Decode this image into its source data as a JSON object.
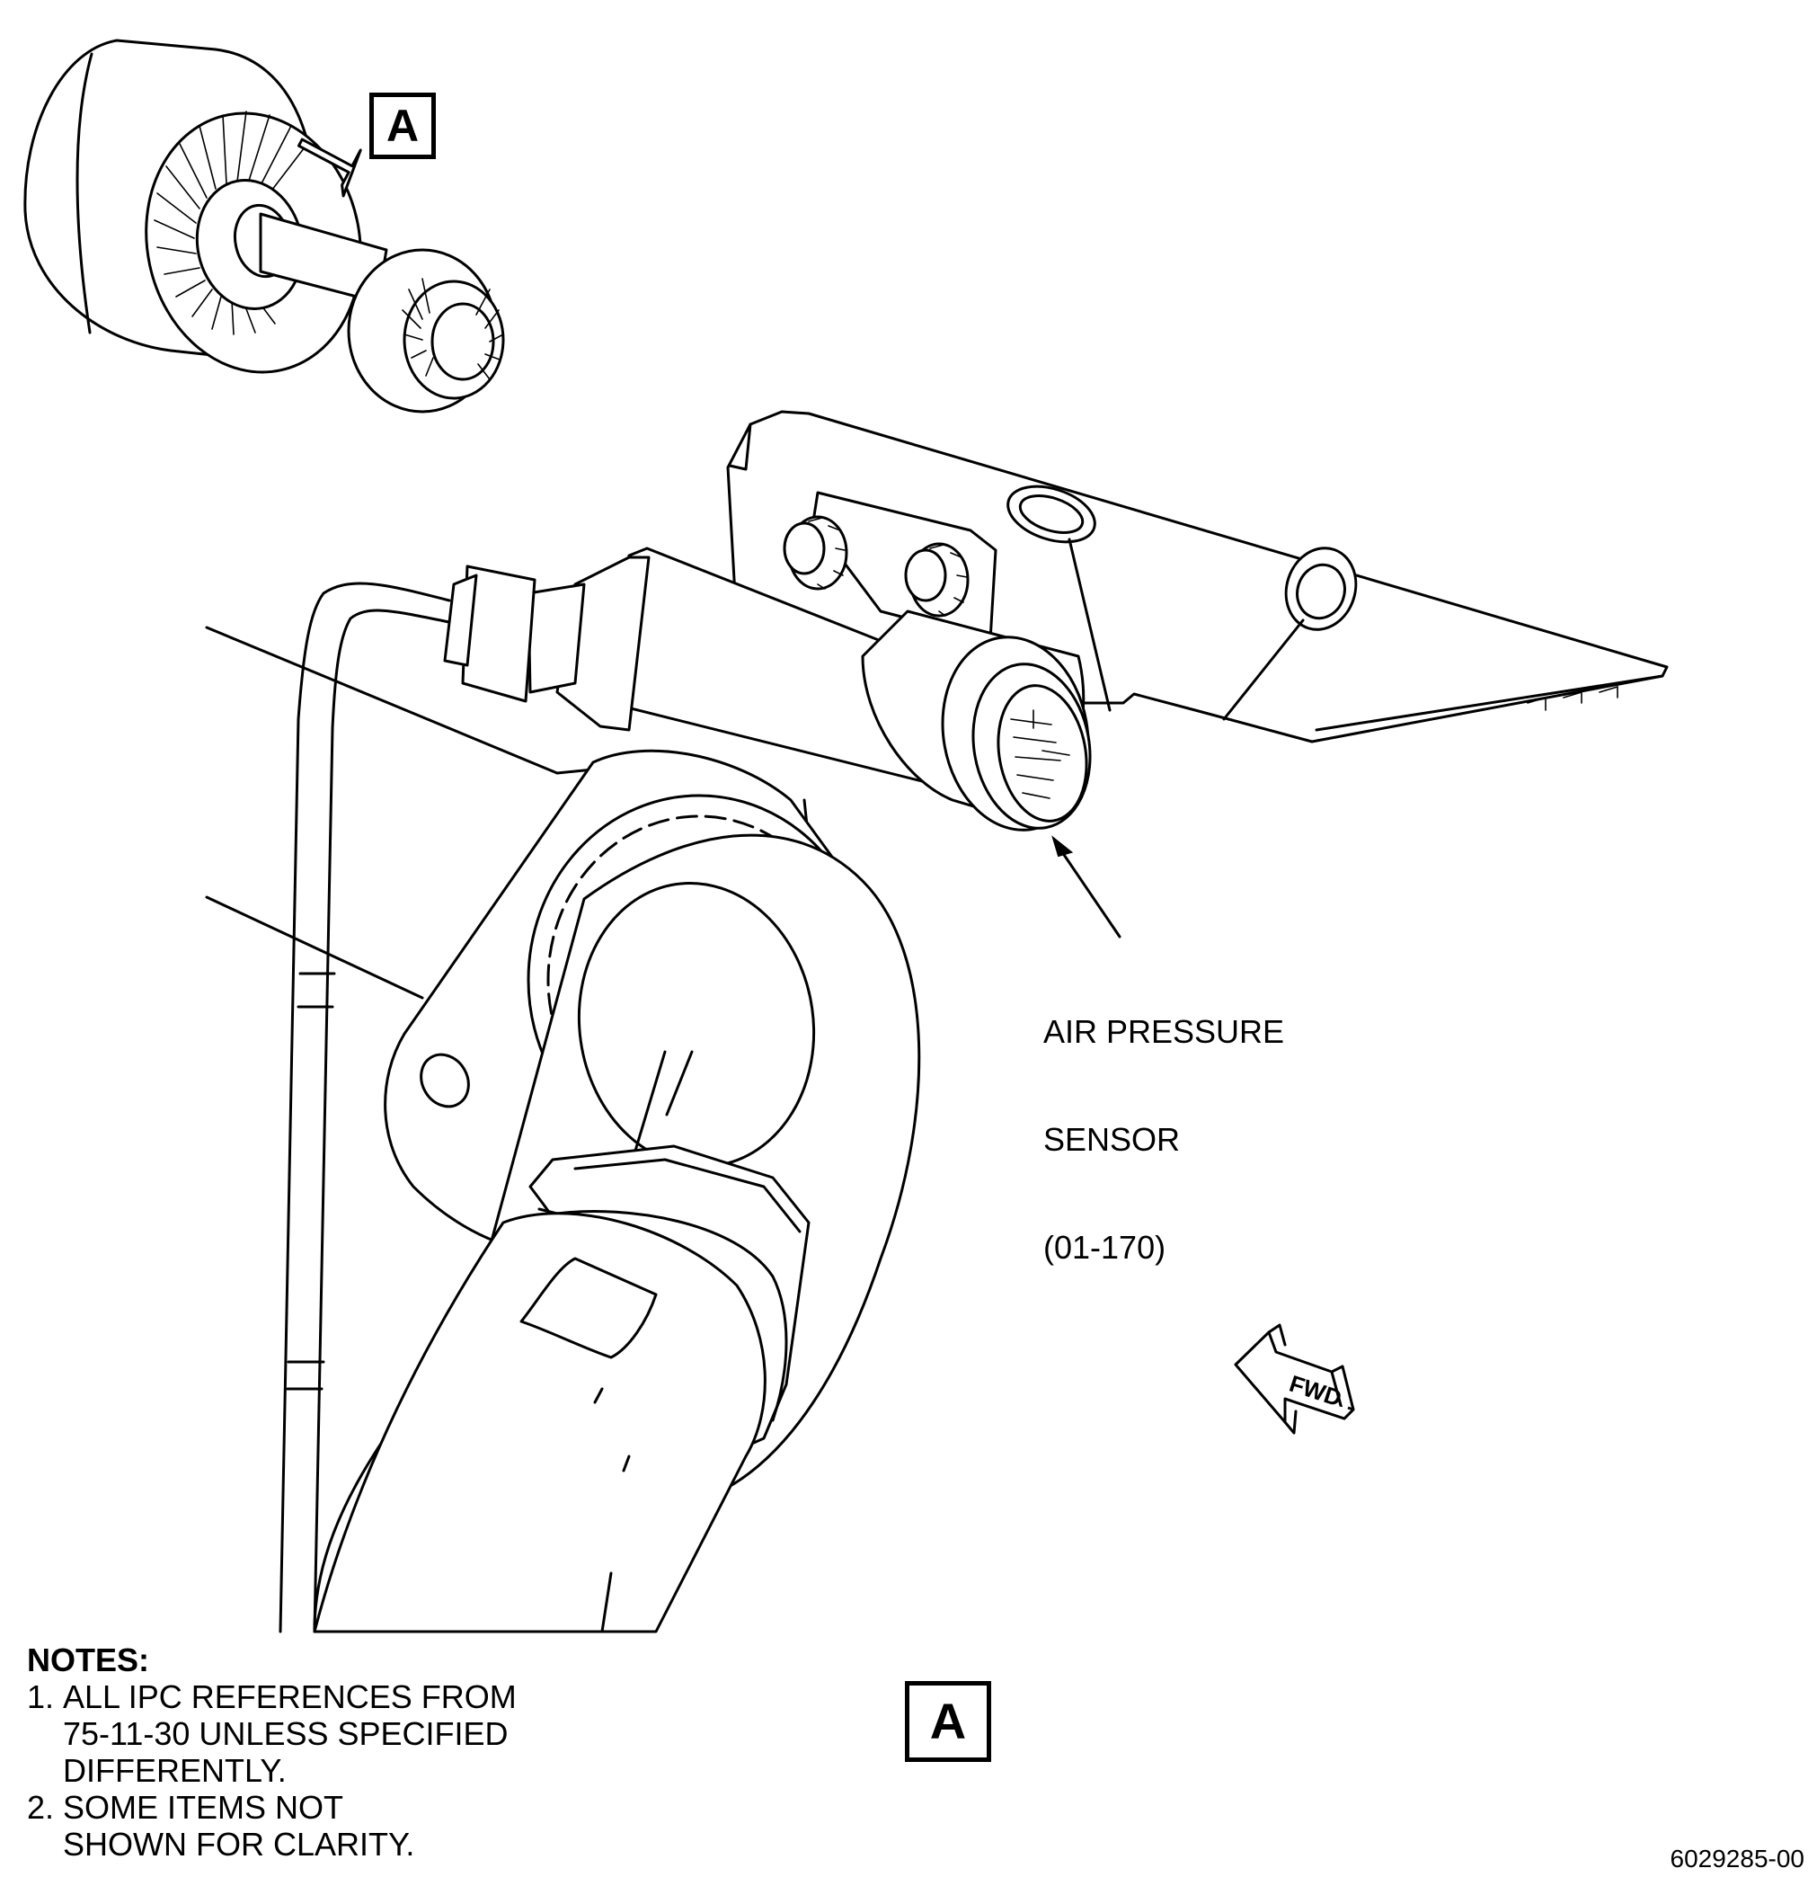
{
  "view_labels": {
    "locator": "A",
    "detail": "A"
  },
  "callout": {
    "line1": "AIR PRESSURE",
    "line2": "SENSOR",
    "line3": "(01-170)"
  },
  "fwd_arrow": "FWD",
  "notes": {
    "heading": "NOTES:",
    "items": [
      {
        "num": "1.",
        "lines": [
          "ALL IPC REFERENCES FROM",
          "75-11-30 UNLESS SPECIFIED",
          "DIFFERENTLY."
        ]
      },
      {
        "num": "2.",
        "lines": [
          "SOME ITEMS NOT",
          "SHOWN FOR CLARITY."
        ]
      }
    ]
  },
  "document_number": "6029285-00"
}
